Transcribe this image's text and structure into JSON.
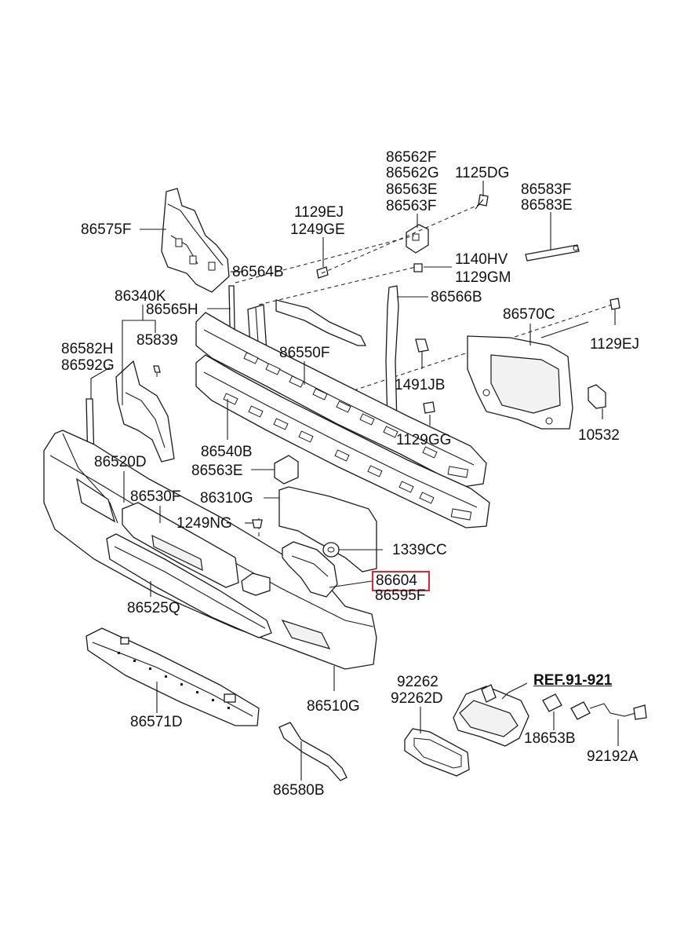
{
  "diagram": {
    "labels": {
      "p86562F": "86562F",
      "p86562G": "86562G",
      "p86563E_top": "86563E",
      "p86563F": "86563F",
      "p1125DG": "1125DG",
      "p86583F": "86583F",
      "p86583E": "86583E",
      "p1129EJ_top": "1129EJ",
      "p1249GE": "1249GE",
      "p86575F": "86575F",
      "p1140HV": "1140HV",
      "p1129GM": "1129GM",
      "p86564B": "86564B",
      "p86340K": "86340K",
      "p86565H": "86565H",
      "p86566B": "86566B",
      "p86570C": "86570C",
      "p85839": "85839",
      "p1129EJ_right": "1129EJ",
      "p86582H": "86582H",
      "p86592G": "86592G",
      "p86550F": "86550F",
      "p1491JB": "1491JB",
      "p10532": "10532",
      "p1129GG": "1129GG",
      "p86540B": "86540B",
      "p86520D": "86520D",
      "p86563E_mid": "86563E",
      "p86530F": "86530F",
      "p86310G": "86310G",
      "p1249NG": "1249NG",
      "p1339CC": "1339CC",
      "p86604": "86604",
      "p86595F": "86595F",
      "p86525Q": "86525Q",
      "p92262": "92262",
      "p92262D": "92262D",
      "pREF": "REF.91-921",
      "p86510G": "86510G",
      "p86571D": "86571D",
      "p18653B": "18653B",
      "p92192A": "92192A",
      "p86580B": "86580B"
    },
    "highlighted_part": "86604",
    "highlight_color": "#e0262b"
  }
}
